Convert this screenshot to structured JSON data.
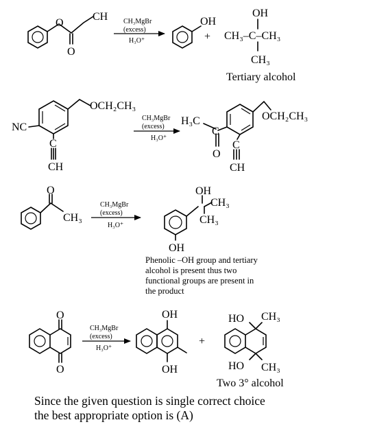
{
  "reagents": {
    "line1": "CH₃MgBr",
    "line2": "(excess)",
    "line3": "H₃O⁺"
  },
  "reaction1": {
    "ester_ch": "CH",
    "ester_o": "O",
    "ester_o_dbl": "O",
    "phenol_oh": "OH",
    "plus": "+",
    "alc_oh": "OH",
    "alc_chain": "CH₃–C–CH₃",
    "alc_ch3": "CH₃",
    "caption": "Tertiary alcohol"
  },
  "reaction2": {
    "r_och2ch3": "OCH₂CH₃",
    "r_nc": "NC",
    "r_c": "C",
    "r_ch": "CH",
    "p_h3c": "H₃C",
    "p_c": "C",
    "p_o": "O",
    "p_och2ch3": "OCH₂CH₃",
    "p_alk_c": "C",
    "p_alk_ch": "CH"
  },
  "reaction3": {
    "r_o": "O",
    "r_ch3": "CH₃",
    "p_oh_top": "OH",
    "p_ch3_a": "CH₃",
    "p_ch3_b": "CH₃",
    "p_oh_ring": "OH",
    "note": [
      "Phenolic –OH group and tertiary",
      "alcohol is present thus two",
      "functional groups are present in",
      "the product"
    ]
  },
  "reaction4": {
    "r_o_top": "O",
    "r_o_bot": "O",
    "p1_oh_top": "OH",
    "p1_oh_bot": "OH",
    "plus": "+",
    "p2_ho_top": "HO",
    "p2_ch3_top": "CH₃",
    "p2_ho_bot": "HO",
    "p2_ch3_bot": "CH₃",
    "caption": "Two 3° alcohol"
  },
  "conclusion": {
    "line1": "Since the given question is single correct choice",
    "line2": "the best appropriate option is (A)"
  }
}
